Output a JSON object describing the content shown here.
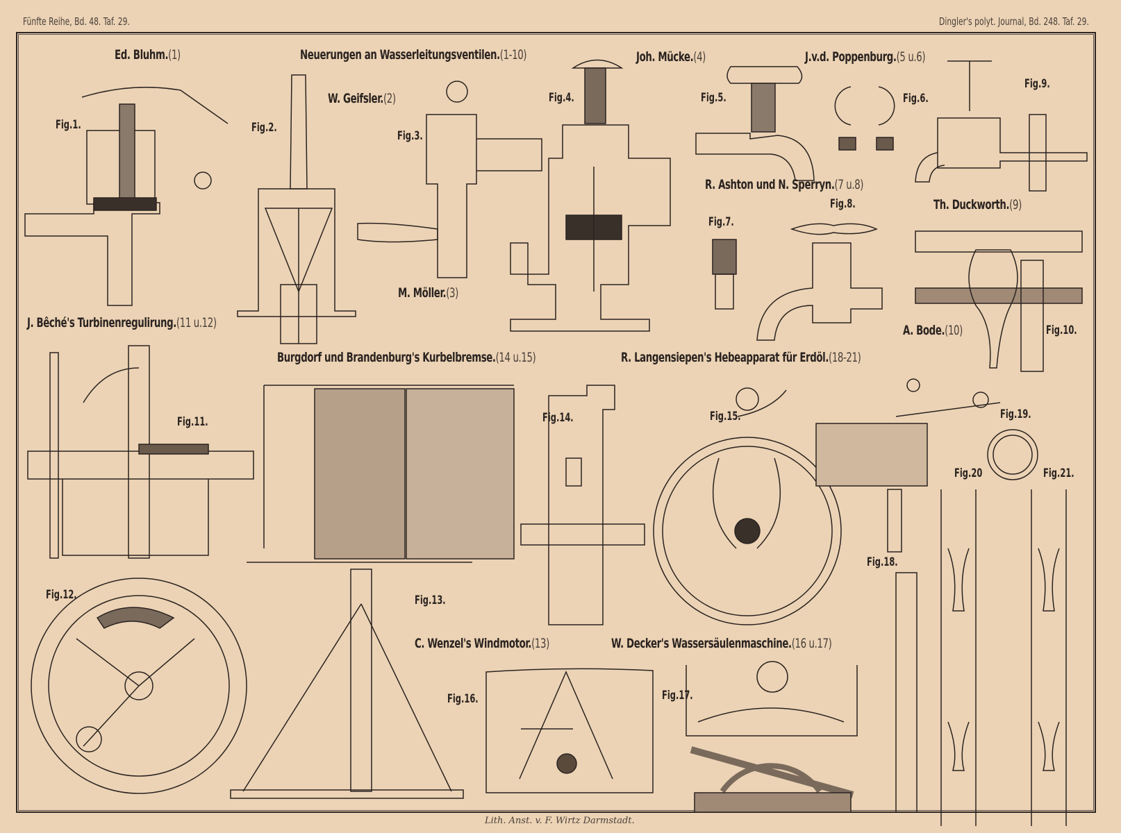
{
  "header": {
    "left": "Fünfte Reihe, Bd. 48. Taf. 29.",
    "right": "Dingler's polyt. Journal, Bd. 248. Taf. 29."
  },
  "titles": {
    "bluhm": {
      "name": "Ed. Bluhm.",
      "ref": "(1)"
    },
    "main": {
      "name": "Neuerungen an Wasserleitungsventilen.",
      "ref": "(1-10)"
    },
    "muecke": {
      "name": "Joh. Mücke.",
      "ref": "(4)"
    },
    "poppenburg": {
      "name": "J.v.d. Poppenburg.",
      "ref": "(5 u.6)"
    },
    "geissler": {
      "name": "W. Geifsler.",
      "ref": "(2)"
    },
    "ashton": {
      "name": "R. Ashton und N. Sperryn.",
      "ref": "(7 u.8)"
    },
    "duckworth": {
      "name": "Th. Duckworth.",
      "ref": "(9)"
    },
    "moeller": {
      "name": "M. Möller.",
      "ref": "(3)"
    },
    "beche": {
      "name": "J. Bêché's Turbinenregulirung.",
      "ref": "(11 u.12)"
    },
    "bode": {
      "name": "A. Bode.",
      "ref": "(10)"
    },
    "burgdorf": {
      "name": "Burgdorf und Brandenburg's Kurbelbremse.",
      "ref": "(14 u.15)"
    },
    "langensiepen": {
      "name": "R. Langensiepen's Hebeapparat für Erdöl.",
      "ref": "(18-21)"
    },
    "wenzel": {
      "name": "C. Wenzel's Windmotor.",
      "ref": "(13)"
    },
    "decker": {
      "name": "W. Decker's Wassersäulenmaschine.",
      "ref": "(16 u.17)"
    }
  },
  "figures": [
    "Fig.1.",
    "Fig.2.",
    "Fig.3.",
    "Fig.4.",
    "Fig.5.",
    "Fig.6.",
    "Fig.7.",
    "Fig.8.",
    "Fig.9.",
    "Fig.10.",
    "Fig.11.",
    "Fig.12.",
    "Fig.13.",
    "Fig.14.",
    "Fig.15.",
    "Fig.16.",
    "Fig.17.",
    "Fig.18.",
    "Fig.19.",
    "Fig.20",
    "Fig.21."
  ],
  "imprint": "Lith. Anst. v. F. Wirtz Darmstadt.",
  "colors": {
    "paper": "#ecd3b5",
    "ink": "#2a2320"
  }
}
